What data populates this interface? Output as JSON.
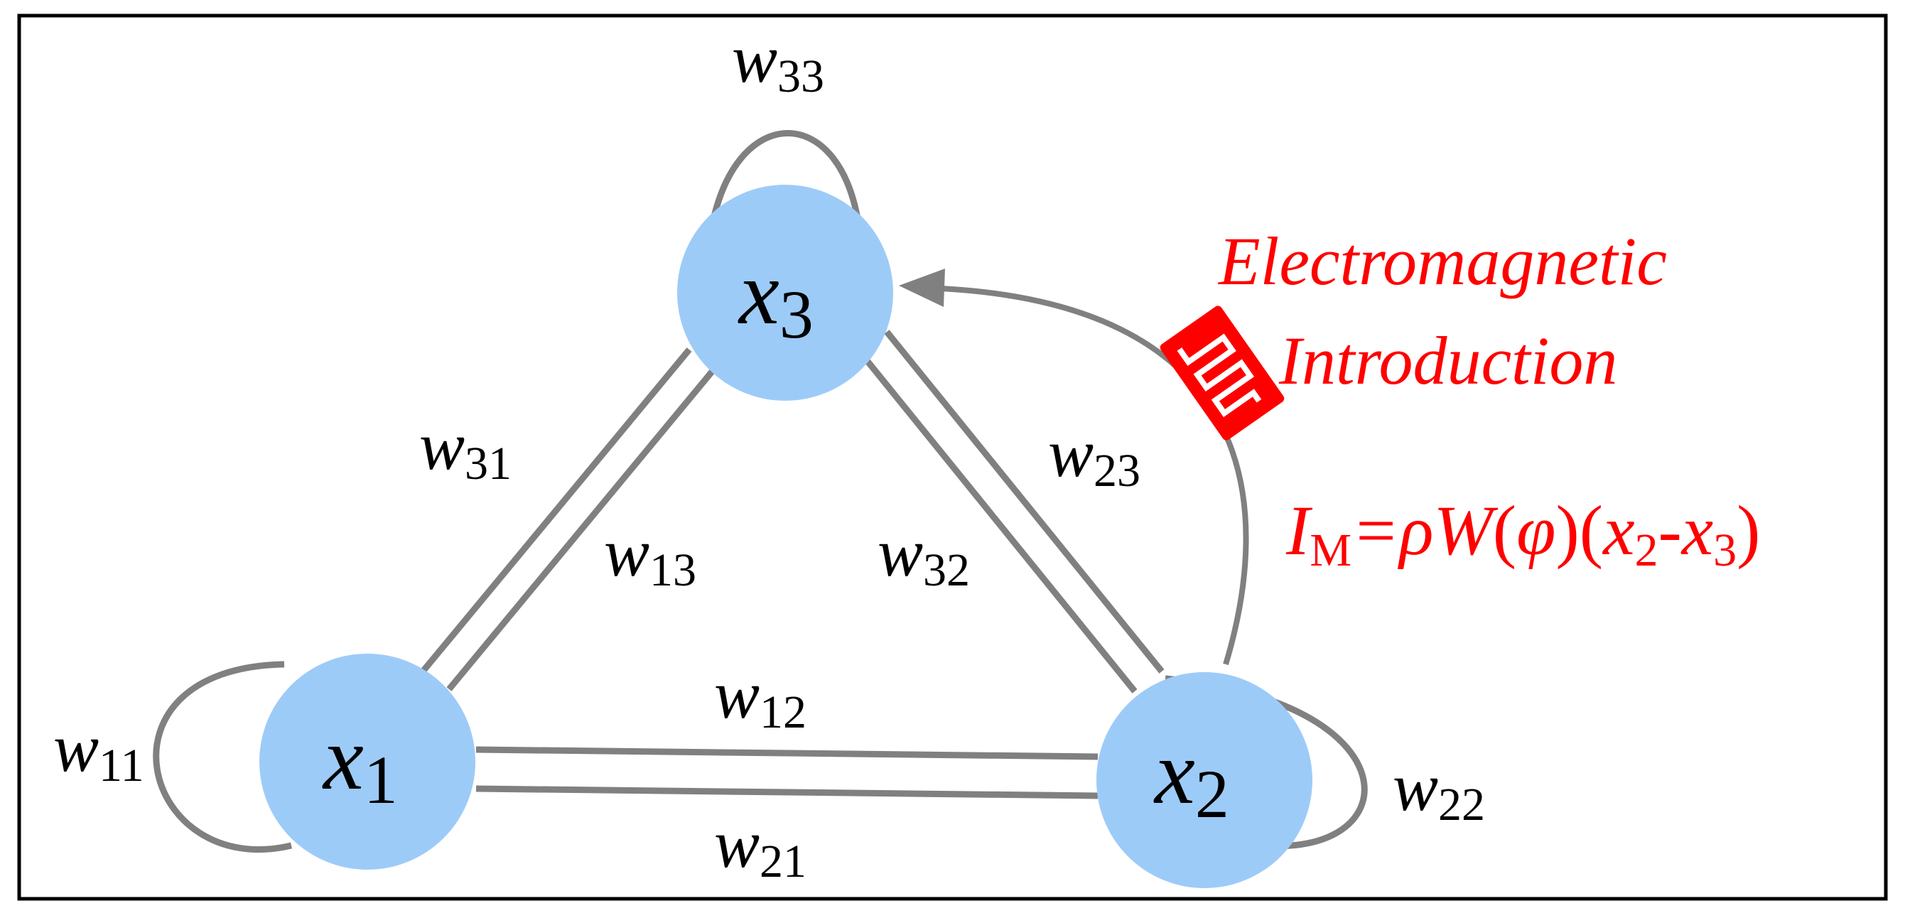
{
  "colors": {
    "node_fill": "#9dcbf8",
    "edge": "#808080",
    "accent": "#ff0000",
    "text": "#000000",
    "frame": "#000000"
  },
  "nodes": [
    {
      "id": "x1",
      "var": "x",
      "sub": "1"
    },
    {
      "id": "x2",
      "var": "x",
      "sub": "2"
    },
    {
      "id": "x3",
      "var": "x",
      "sub": "3"
    }
  ],
  "weights": {
    "w11": {
      "var": "w",
      "sub": "11"
    },
    "w22": {
      "var": "w",
      "sub": "22"
    },
    "w33": {
      "var": "w",
      "sub": "33"
    },
    "w12": {
      "var": "w",
      "sub": "12"
    },
    "w21": {
      "var": "w",
      "sub": "21"
    },
    "w13": {
      "var": "w",
      "sub": "13"
    },
    "w31": {
      "var": "w",
      "sub": "31"
    },
    "w23": {
      "var": "w",
      "sub": "23"
    },
    "w32": {
      "var": "w",
      "sub": "32"
    }
  },
  "annotation": {
    "line1": "Electromagnetic",
    "line2": "Introduction",
    "formula": {
      "I": "I",
      "M": "M",
      "eq_rho": "=ρ",
      "W": "W",
      "lparen": "(",
      "phi": "φ",
      "rparen": ")",
      "open2": "(",
      "x": "x",
      "s2": "2",
      "minus": "-",
      "x3": "x",
      "s3": "3",
      "close2": ")"
    },
    "component_icon": "inductor-coil-icon"
  }
}
